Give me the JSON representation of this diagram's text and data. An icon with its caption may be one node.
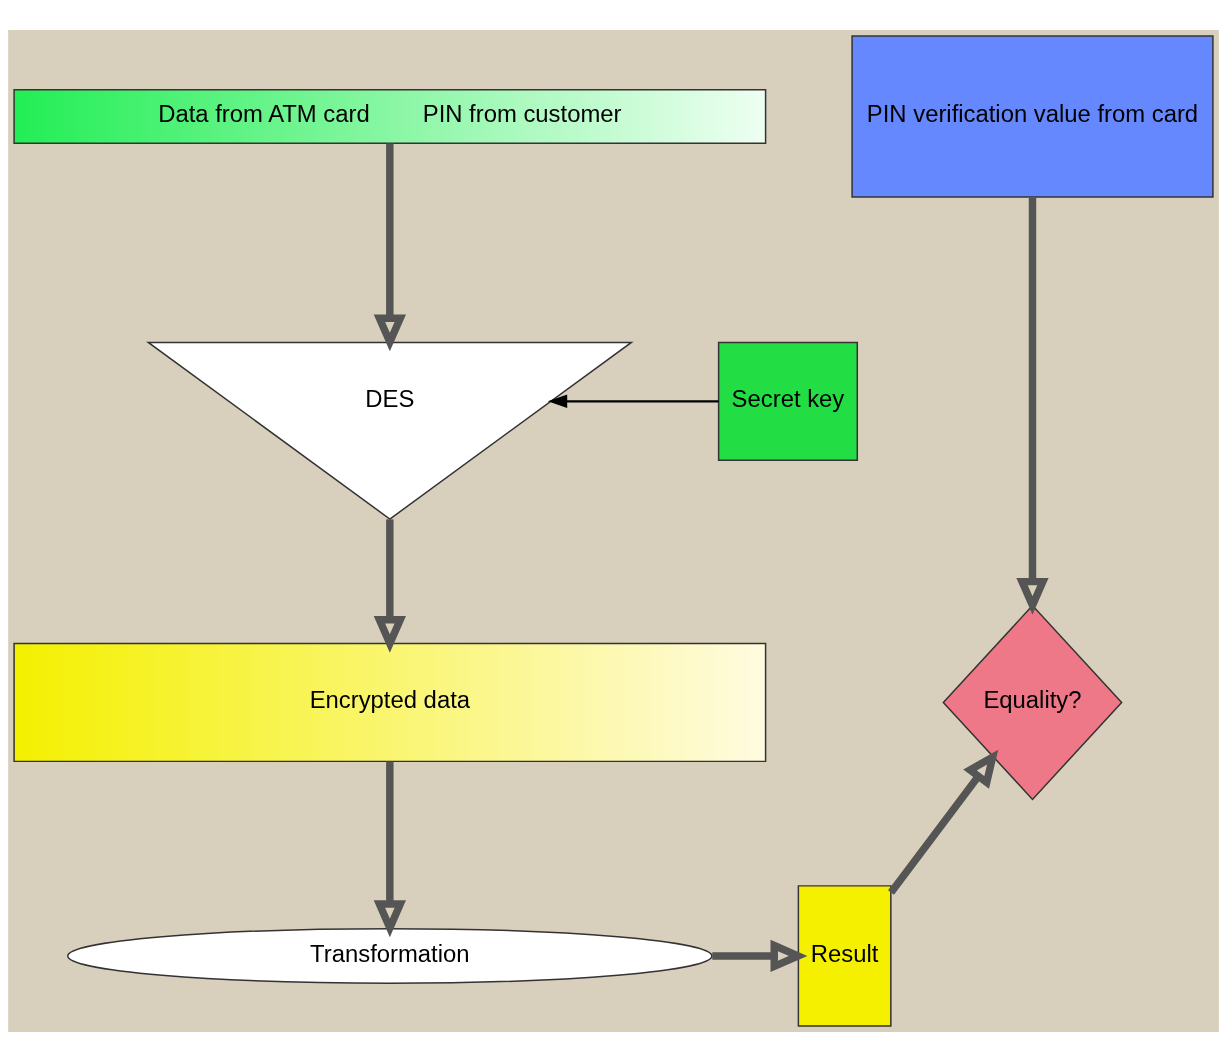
{
  "diagram": {
    "nodes": [
      {
        "text": [
          "Data from ATM card",
          "PIN from customer"
        ]
      },
      {
        "text": [
          "DES"
        ]
      },
      {
        "text": [
          "Secret key"
        ]
      },
      {
        "text": [
          "Encrypted data"
        ]
      },
      {
        "text": [
          "Transformation"
        ]
      },
      {
        "text": [
          "Result"
        ]
      },
      {
        "text": [
          "PIN verification value from card"
        ]
      },
      {
        "text": [
          "Equality?"
        ]
      }
    ],
    "edges": [
      {
        "from": 0,
        "to": 1,
        "arrow": "to"
      },
      {
        "from": 2,
        "to": 1,
        "arrow": "to"
      },
      {
        "from": 1,
        "to": 3,
        "arrow": "to"
      },
      {
        "from": 3,
        "to": 4,
        "arrow": "to"
      },
      {
        "from": 4,
        "to": 5,
        "arrow": "to"
      },
      {
        "from": 5,
        "to": 7,
        "arrow": "to"
      },
      {
        "from": 6,
        "to": 7,
        "arrow": "to"
      }
    ]
  }
}
